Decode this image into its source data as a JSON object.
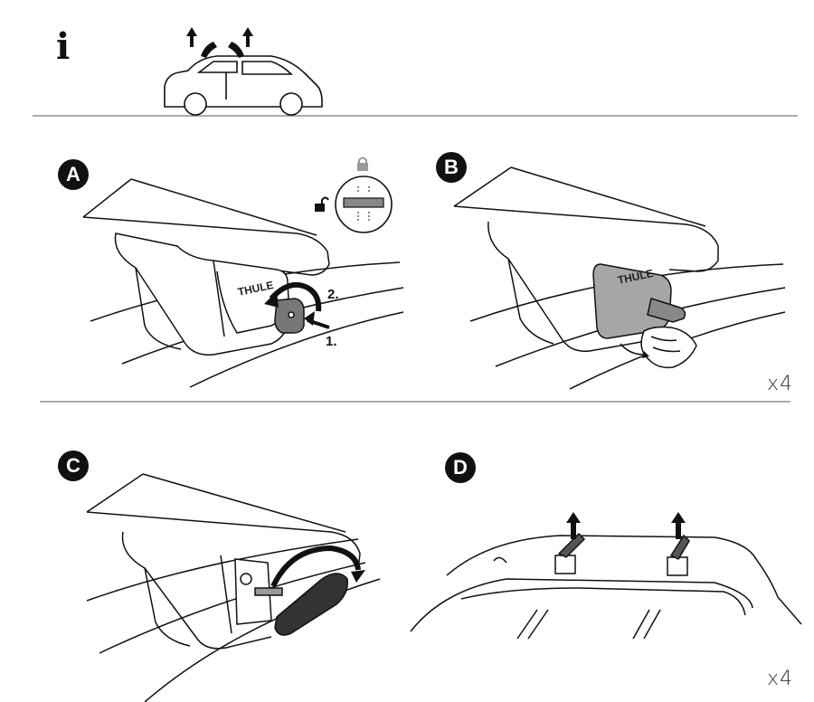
{
  "info": {
    "icon": "i"
  },
  "panels": {
    "a": {
      "badge": "A",
      "step1": "1.",
      "step2": "2.",
      "brand": "THULE"
    },
    "b": {
      "badge": "B",
      "brand": "THULE",
      "multiplier": "x4"
    },
    "c": {
      "badge": "C"
    },
    "d": {
      "badge": "D",
      "multiplier": "x4"
    }
  },
  "colors": {
    "ink": "#111111",
    "cover_grey": "#a6a6a6",
    "lock_grey": "#8c8c8c"
  }
}
